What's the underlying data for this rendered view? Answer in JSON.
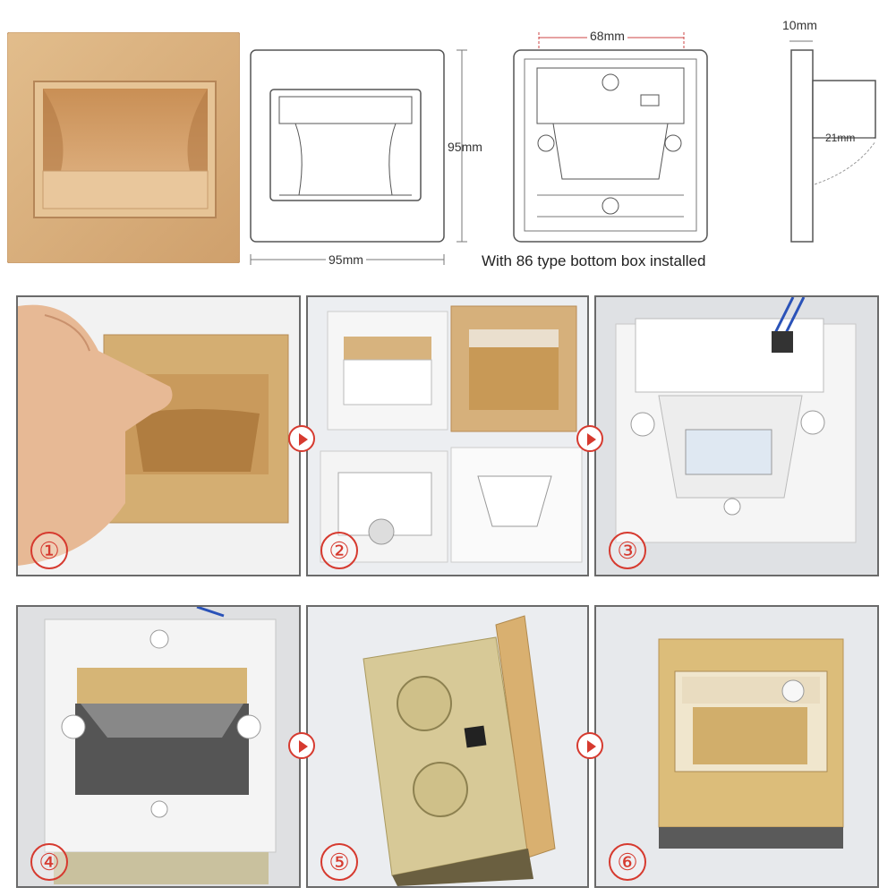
{
  "top": {
    "dim_width": "95mm",
    "dim_height": "95mm",
    "dim_box_width": "68mm",
    "dim_depth": "10mm",
    "dim_protrusion": "21mm",
    "caption": "With 86 type bottom box installed"
  },
  "steps": [
    {
      "label": "①"
    },
    {
      "label": "②"
    },
    {
      "label": "③"
    },
    {
      "label": "④"
    },
    {
      "label": "⑤"
    },
    {
      "label": "⑥"
    }
  ],
  "colors": {
    "gold": "#d8b27a",
    "gold_dark": "#b8895a",
    "accent_red": "#d63a2f",
    "frame_gray": "#6a6a6a"
  }
}
